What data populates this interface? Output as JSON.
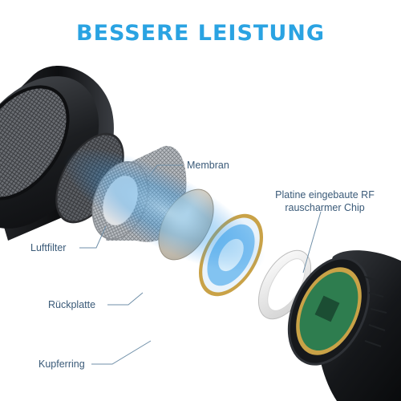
{
  "title": "BESSERE LEISTUNG",
  "labels": {
    "membran": "Membran",
    "platine_line1": "Platine eingebaute RF",
    "platine_line2": "rauscharmer Chip",
    "luftfilter": "Luftfilter",
    "rueckplatte": "Rückplatte",
    "kupferring": "Kupferring"
  },
  "colors": {
    "title": "#2aa3e2",
    "callout_text": "#3a5a78",
    "callout_line": "#6f8fa8",
    "accent_blue": "#1e88e5",
    "gold_ring": "#c9a247",
    "pcb_green": "#2e7d4f"
  },
  "icons": [
    "microphone-housing-cap-icon",
    "mesh-filter-disc-icon",
    "knurled-capsule-icon",
    "backplate-disc-icon",
    "membrane-disc-icon",
    "copper-ring-icon",
    "microphone-body-icon"
  ]
}
